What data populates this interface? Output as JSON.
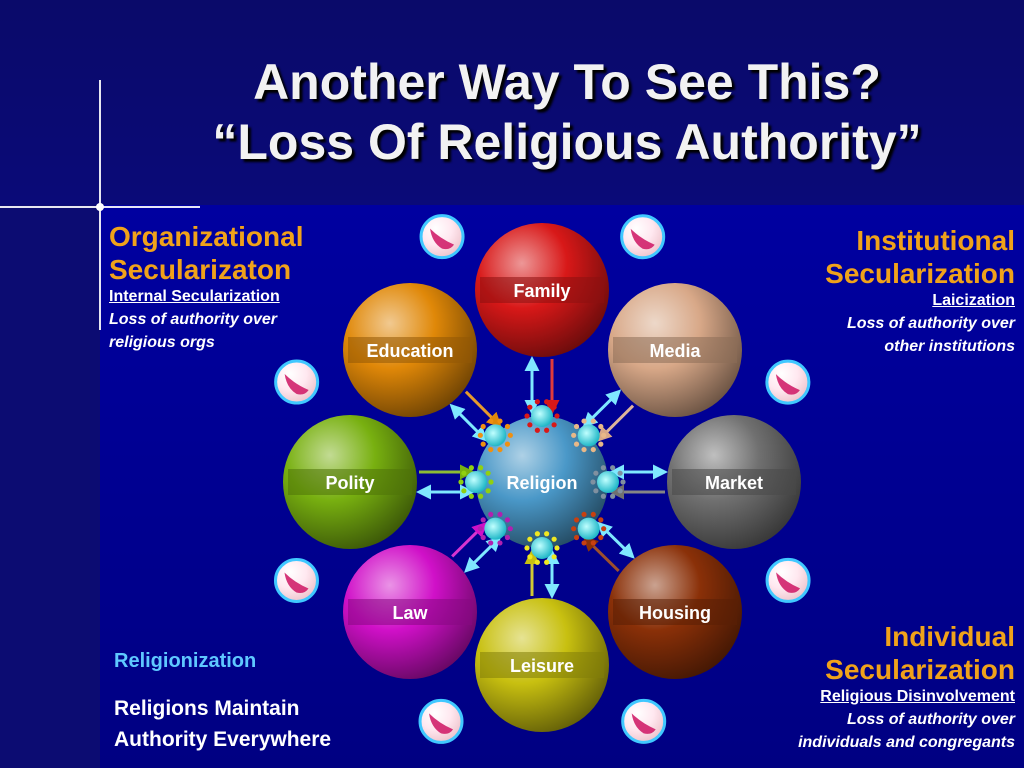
{
  "title": {
    "line1": "Another Way To See This?",
    "line2": "“Loss Of Religious Authority”"
  },
  "organizational": {
    "heading_line1": "Organizational",
    "heading_line2": "Secularizaton",
    "subheading": "Internal Secularization",
    "desc_line1": "Loss of authority over",
    "desc_line2": "religious orgs"
  },
  "institutional": {
    "heading_line1": "Institutional",
    "heading_line2": "Secularization",
    "subheading": "Laicization",
    "desc_line1": "Loss of authority over",
    "desc_line2": "other institutions"
  },
  "individual": {
    "heading_line1": "Individual",
    "heading_line2": "Secularization",
    "subheading": "Religious Disinvolvement",
    "desc_line1": "Loss of authority over",
    "desc_line2": "individuals and congregants"
  },
  "religionization": {
    "heading": "Religionization",
    "desc_line1": "Religions Maintain",
    "desc_line2": "Authority Everywhere"
  },
  "center": {
    "label": "Religion",
    "color": "#4a98c8"
  },
  "nodes": [
    {
      "label": "Family",
      "color": "#d81818"
    },
    {
      "label": "Media",
      "color": "#d8a888"
    },
    {
      "label": "Market",
      "color": "#707070"
    },
    {
      "label": "Housing",
      "color": "#8a3008"
    },
    {
      "label": "Leisure",
      "color": "#c8c010"
    },
    {
      "label": "Law",
      "color": "#d010c8"
    },
    {
      "label": "Polity",
      "color": "#78b010"
    },
    {
      "label": "Education",
      "color": "#e08808"
    }
  ],
  "colors": {
    "accent_gold": "#f0a21a",
    "light_blue": "#5fc8ff",
    "arrow_cyan": "#7fe8ff"
  }
}
